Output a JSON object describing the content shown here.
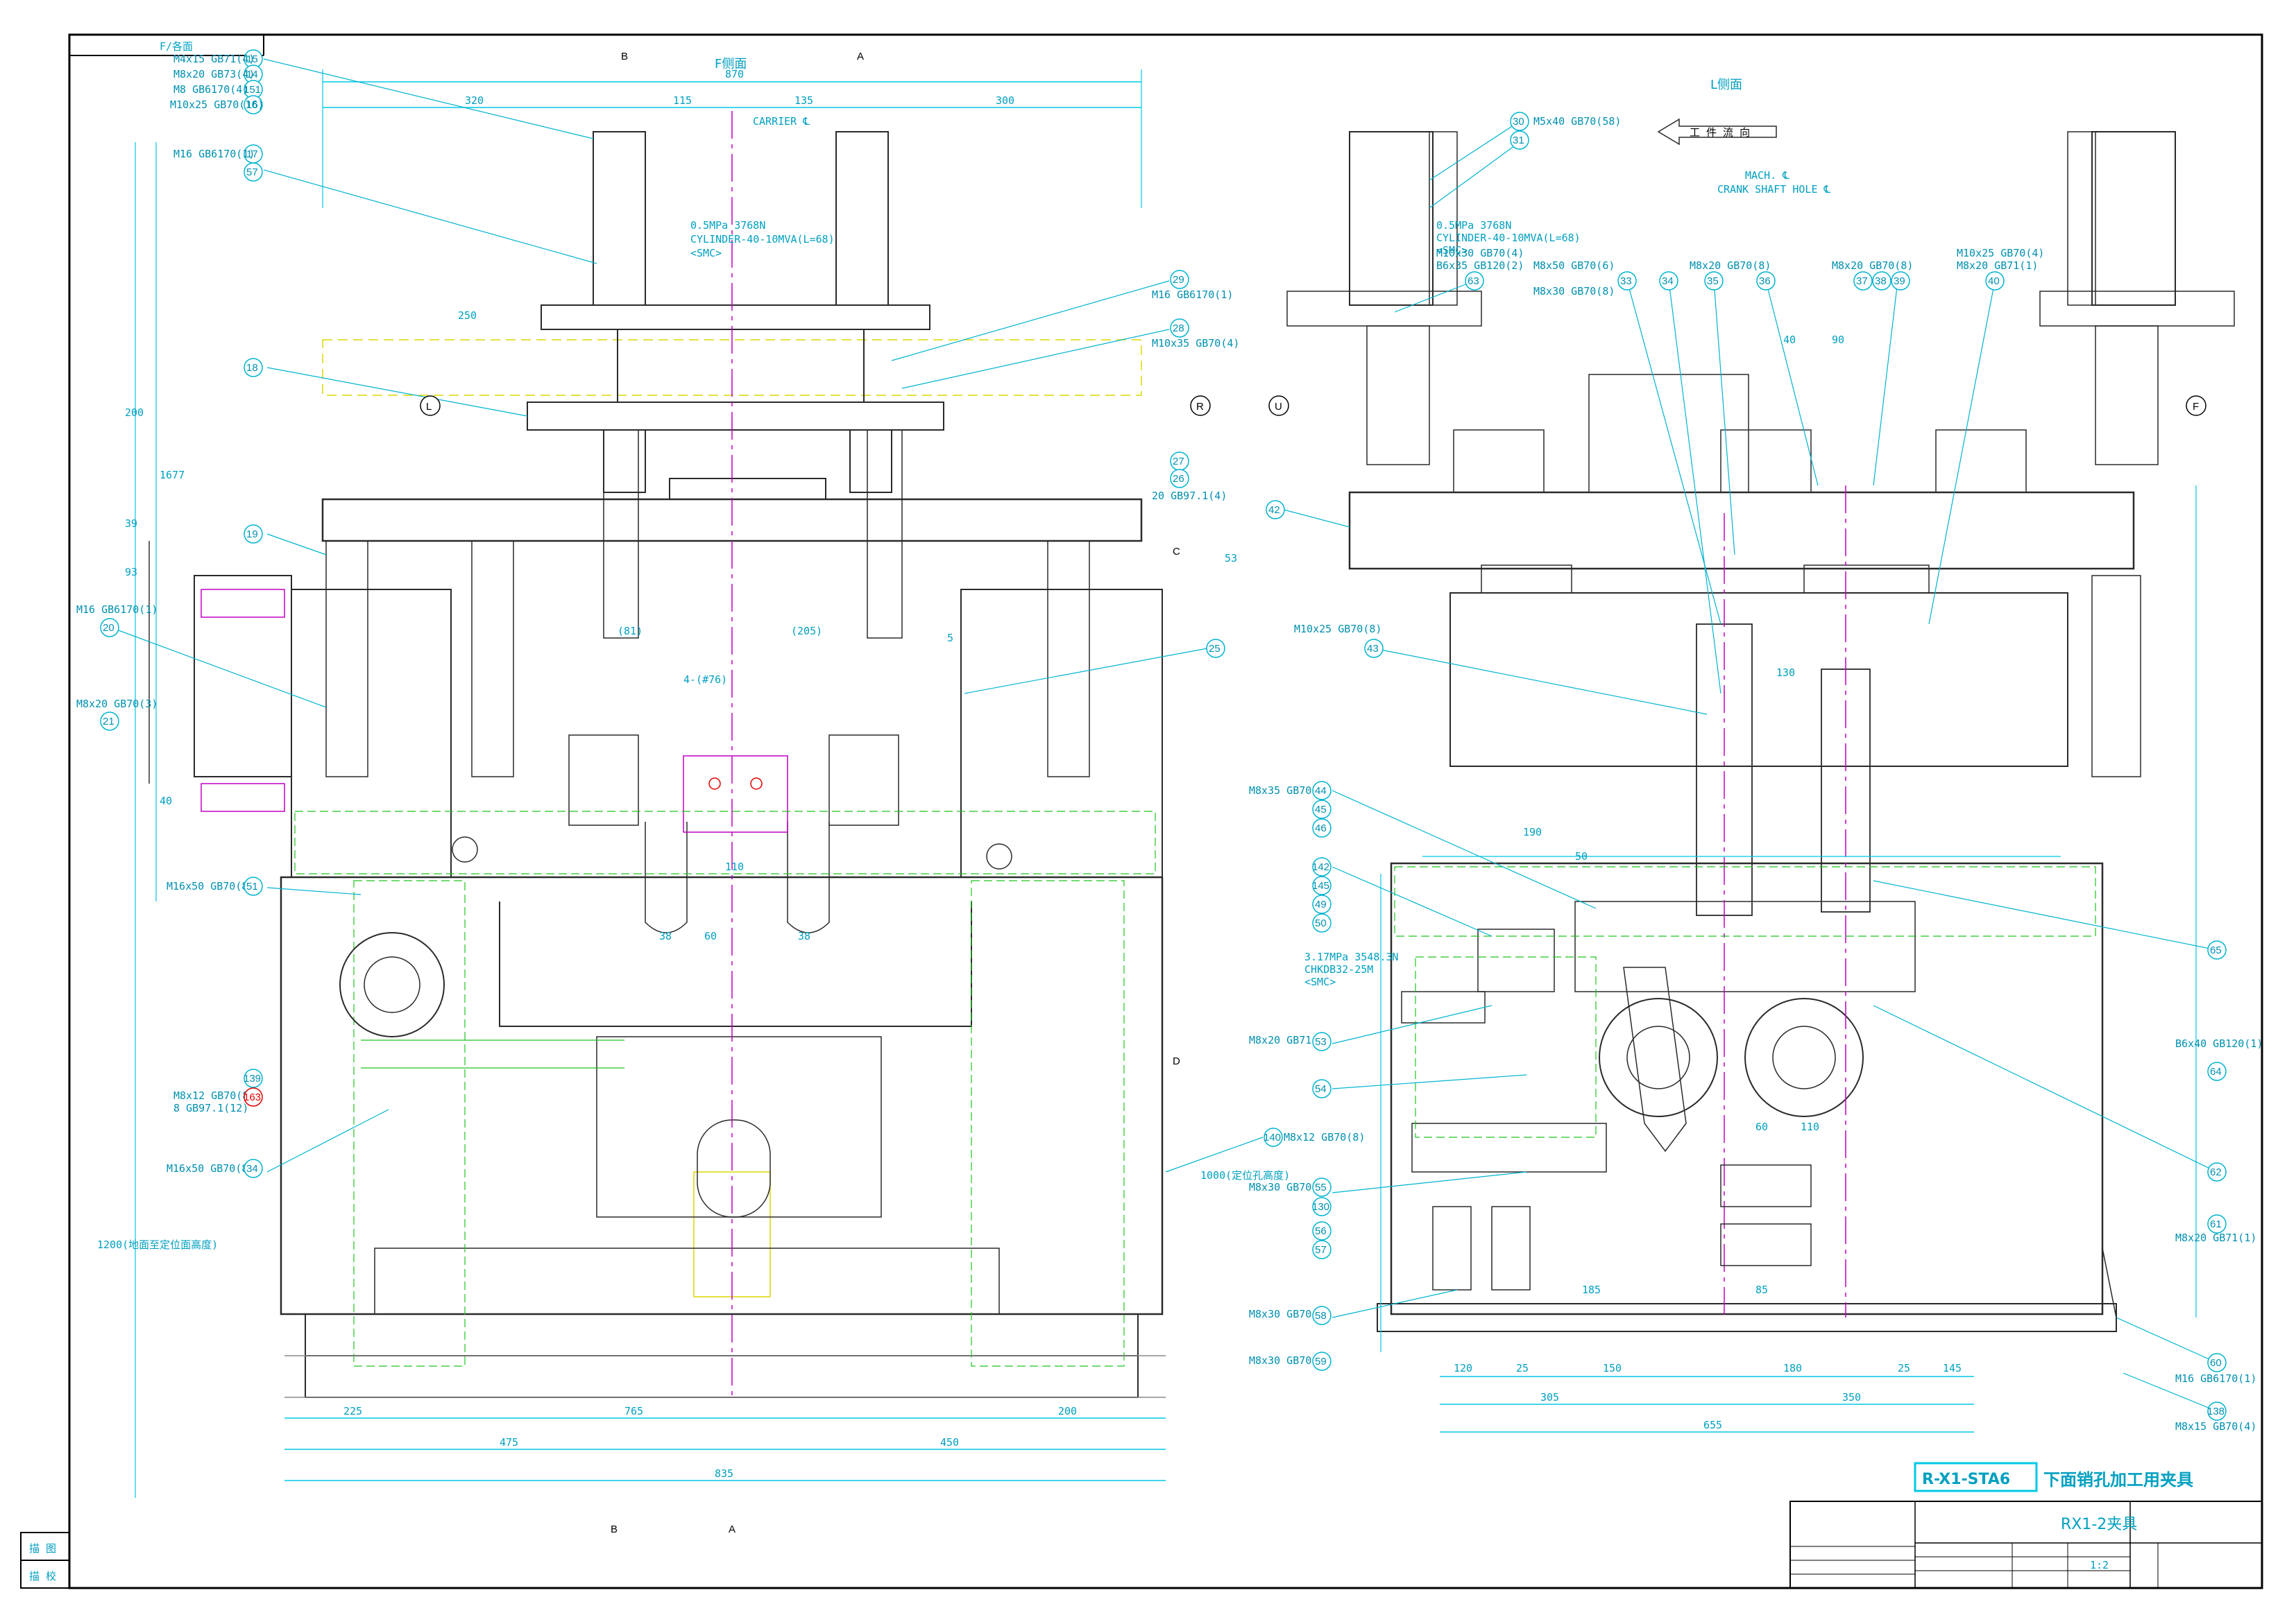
{
  "sheet": {
    "top_left_note": "F/各面",
    "f_view_title": "F侧面",
    "l_view_title": "L侧面",
    "direction_label": "工 件 流 向",
    "title_code": "R-X1-STA6",
    "title_name": "下面销孔加工用夹具",
    "drawing_no": "RX1-2夹具",
    "scale": "1:2",
    "side_labels": [
      "描 图",
      "描 校"
    ],
    "colors": {
      "frame": "#000000",
      "outline": "#2a2a2a",
      "cyan": "#00c8e6",
      "green": "#1fc41f",
      "magenta": "#c000c0",
      "yellow": "#d8d800",
      "red": "#e00000",
      "blue": "#3a3aff"
    }
  },
  "view_markers": {
    "L": "L",
    "R": "R",
    "U": "U",
    "F": "F",
    "A": "A",
    "B": "B",
    "C": "C",
    "D": "D"
  },
  "f_view": {
    "top_dims": [
      "870",
      "320",
      "115",
      "135",
      "300",
      "250",
      "200",
      "1677",
      "39",
      "93",
      "53",
      "40"
    ],
    "mid_dims": [
      "(81)",
      "(205)",
      "4-(#76)",
      "110",
      "38",
      "60",
      "38",
      "5"
    ],
    "bottom_dims": [
      "225",
      "765",
      "200",
      "475",
      "450",
      "835"
    ],
    "notes": [
      "CARRIER ℄",
      "0.5MPa 3768N",
      "CYLINDER-40-10MVA(L=68)",
      "<SMC>",
      "1000(定位孔高度)",
      "1200(地面至定位面高度)"
    ],
    "callouts": [
      {
        "id": "15",
        "text": "M4x15 GB71(4)"
      },
      {
        "id": "14",
        "text": "M8x20 GB73(4)"
      },
      {
        "id": "151",
        "text": "M8 GB6170(4)"
      },
      {
        "id": "16",
        "text": "M10x25 GB70(16)"
      },
      {
        "id": "17",
        "text": "M16 GB6170(1)"
      },
      {
        "id": "57",
        "text": ""
      },
      {
        "id": "18",
        "text": ""
      },
      {
        "id": "19",
        "text": ""
      },
      {
        "id": "20",
        "text": "M16 GB6170(1)"
      },
      {
        "id": "21",
        "text": "M8x20 GB70(3)"
      },
      {
        "id": "51",
        "text": "M16x50 GB70(8)"
      },
      {
        "id": "34",
        "text": "M16x50 GB70(8)"
      },
      {
        "id": "139",
        "text": "M8x12 GB70(8)"
      },
      {
        "id": "163",
        "text": "8 GB97.1(12)"
      },
      {
        "id": "29",
        "text": "M16 GB6170(1)"
      },
      {
        "id": "28",
        "text": "M10x35 GB70(4)"
      },
      {
        "id": "27",
        "text": "20 GB97.1(4)"
      },
      {
        "id": "26",
        "text": ""
      },
      {
        "id": "25",
        "text": ""
      },
      {
        "id": "140",
        "text": "M8x12 GB70(8)"
      }
    ]
  },
  "l_view": {
    "dims": [
      "130",
      "90",
      "40",
      "190",
      "50",
      "60",
      "110",
      "120",
      "25",
      "150",
      "180",
      "25",
      "145",
      "305",
      "350",
      "655",
      "185",
      "85"
    ],
    "notes": [
      "MACH. ℄",
      "CRANK SHAFT HOLE ℄",
      "0.5MPa 3768N",
      "CYLINDER-40-10MVA(L=68)",
      "<SMC>",
      "3.17MPa 3548.3N",
      "CHKDB32-25M",
      "<SMC>"
    ],
    "callouts": [
      {
        "id": "30",
        "text": "M5x40 GB70(58)"
      },
      {
        "id": "31",
        "text": ""
      },
      {
        "id": "62",
        "text": "M10x30 GB70(4)"
      },
      {
        "id": "63",
        "text": "B6x35 GB120(2)"
      },
      {
        "id": "33",
        "text": "M8x30 GB70(8)"
      },
      {
        "id": "34",
        "text": "M8x50 GB70(6)"
      },
      {
        "id": "35",
        "text": "M8x20 GB70(8)"
      },
      {
        "id": "36",
        "text": ""
      },
      {
        "id": "37",
        "text": ""
      },
      {
        "id": "38",
        "text": "M8x20 GB70(8)"
      },
      {
        "id": "39",
        "text": "M8x20 GB71(1)"
      },
      {
        "id": "40",
        "text": "M10x25 GB70(4)"
      },
      {
        "id": "42",
        "text": ""
      },
      {
        "id": "43",
        "text": "M10x25 GB70(8)"
      },
      {
        "id": "44",
        "text": "M8x35 GB70(3)"
      },
      {
        "id": "45",
        "text": ""
      },
      {
        "id": "46",
        "text": ""
      },
      {
        "id": "142",
        "text": ""
      },
      {
        "id": "145",
        "text": ""
      },
      {
        "id": "49",
        "text": ""
      },
      {
        "id": "50",
        "text": ""
      },
      {
        "id": "53",
        "text": "M8x20 GB71(1)"
      },
      {
        "id": "54",
        "text": ""
      },
      {
        "id": "55",
        "text": "M8x30 GB70(4)"
      },
      {
        "id": "130",
        "text": ""
      },
      {
        "id": "56",
        "text": ""
      },
      {
        "id": "57",
        "text": ""
      },
      {
        "id": "58",
        "text": "M8x30 GB70(2)"
      },
      {
        "id": "59",
        "text": "M8x30 GB70(2)"
      },
      {
        "id": "60",
        "text": "M16 GB6170(1)"
      },
      {
        "id": "61",
        "text": "M8x20 GB71(1)"
      },
      {
        "id": "62",
        "text": ""
      },
      {
        "id": "64",
        "text": "B6x40 GB120(1)"
      },
      {
        "id": "65",
        "text": ""
      },
      {
        "id": "138",
        "text": "M8x15 GB70(4)"
      }
    ]
  }
}
